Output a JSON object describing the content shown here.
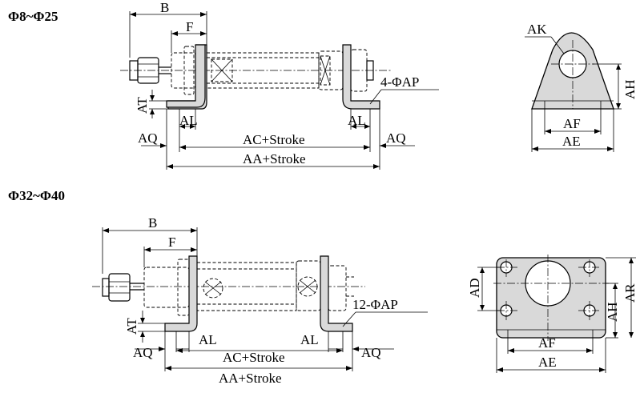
{
  "sections": [
    {
      "header": "Φ8~Φ25",
      "side_view_labels": {
        "b": "B",
        "f": "F",
        "at": "AT",
        "aq_left": "AQ",
        "al_left": "AL",
        "al_right": "AL",
        "aq_right": "AQ",
        "ac": "AC+Stroke",
        "aa": "AA+Stroke",
        "holes": "4-ΦAP"
      },
      "end_view_labels": {
        "ak": "AK",
        "ah": "AH",
        "af": "AF",
        "ae": "AE"
      }
    },
    {
      "header": "Φ32~Φ40",
      "side_view_labels": {
        "b": "B",
        "f": "F",
        "at": "AT",
        "aq_left": "AQ",
        "al_left": "AL",
        "al_right": "AL",
        "aq_right": "AQ",
        "ac": "AC+Stroke",
        "aa": "AA+Stroke",
        "holes": "12-ΦAP"
      },
      "end_view_labels": {
        "ad": "AD",
        "ah": "AH",
        "ar": "AR",
        "af": "AF",
        "ae": "AE"
      }
    }
  ]
}
